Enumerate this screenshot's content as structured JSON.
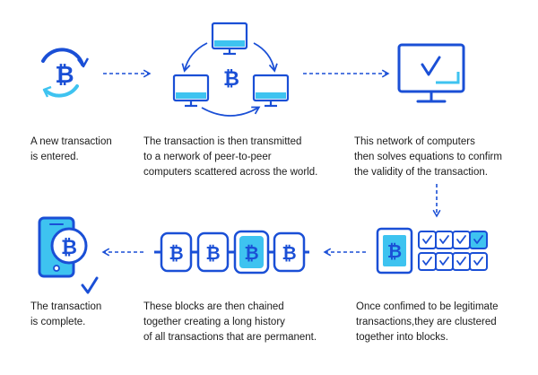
{
  "colors": {
    "primary": "#1a4fd6",
    "accent": "#3ec3f0",
    "text": "#1b1b1b"
  },
  "icons": {
    "step1": "bitcoin-refresh-icon",
    "step2": "peer-to-peer-network-icon",
    "step3": "monitor-checkmark-icon",
    "step4": "verified-transaction-blocks-icon",
    "step5": "blockchain-chain-icon",
    "step6": "mobile-bitcoin-complete-icon"
  },
  "currency_symbol": "₿",
  "steps": [
    {
      "lines": [
        "A new transaction",
        "is entered."
      ]
    },
    {
      "lines": [
        "The transaction is then transmitted",
        "to a nerwork of peer-to-peer",
        "computers scattered across the world."
      ]
    },
    {
      "lines": [
        "This network of computers",
        "then solves equations to confirm",
        "the validity of the transaction."
      ]
    },
    {
      "lines": [
        "Once confimed to be legitimate",
        "transactions,they are clustered",
        "together into blocks."
      ]
    },
    {
      "lines": [
        "These blocks are then chained",
        "together creating a long history",
        "of all transactions that are permanent."
      ]
    },
    {
      "lines": [
        "The transaction",
        "is complete."
      ]
    }
  ]
}
